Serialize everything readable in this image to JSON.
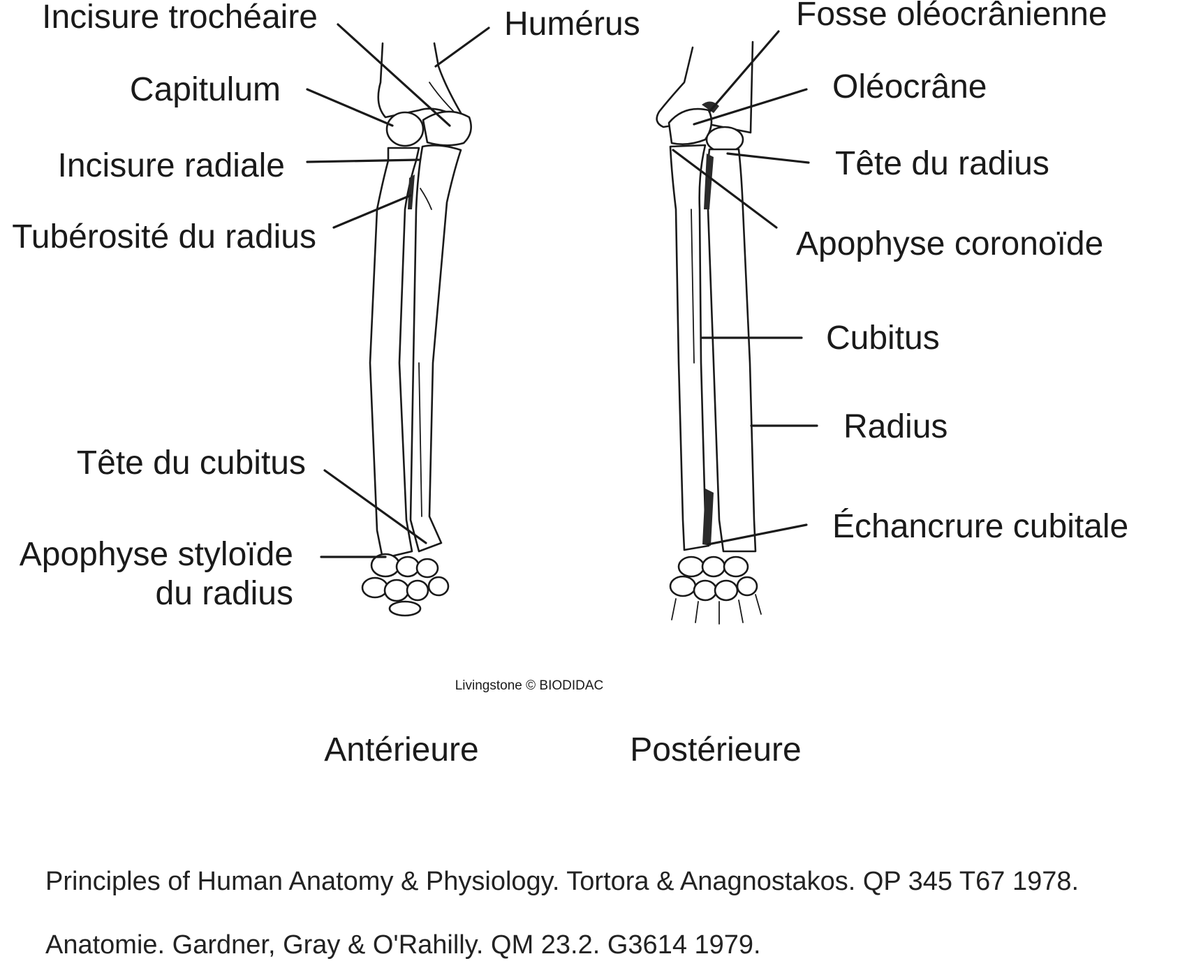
{
  "labels_left": {
    "incisure_trocheaire": "Incisure trochéaire",
    "capitulum": "Capitulum",
    "incisure_radiale": "Incisure radiale",
    "tuberosite": "Tubérosité du radius",
    "tete_cubitus": "Tête du cubitus",
    "apophyse_styloide_1": "Apophyse styloïde",
    "apophyse_styloide_2": "du radius"
  },
  "labels_center": {
    "humerus": "Humérus"
  },
  "labels_right": {
    "fosse": "Fosse oléocrânienne",
    "olecrane": "Oléocrâne",
    "tete_radius": "Tête du radius",
    "coronoide": "Apophyse coronoïde",
    "cubitus": "Cubitus",
    "radius": "Radius",
    "echancrure": "Échancrure cubitale"
  },
  "credit": "Livingstone © BIODIDAC",
  "views": {
    "anterior": "Antérieure",
    "posterior": "Postérieure"
  },
  "references": [
    "Principles of Human Anatomy & Physiology.  Tortora & Anagnostakos. QP 345 T67 1978.",
    "Anatomie.  Gardner, Gray & O'Rahilly.  QM 23.2. G3614  1979."
  ]
}
